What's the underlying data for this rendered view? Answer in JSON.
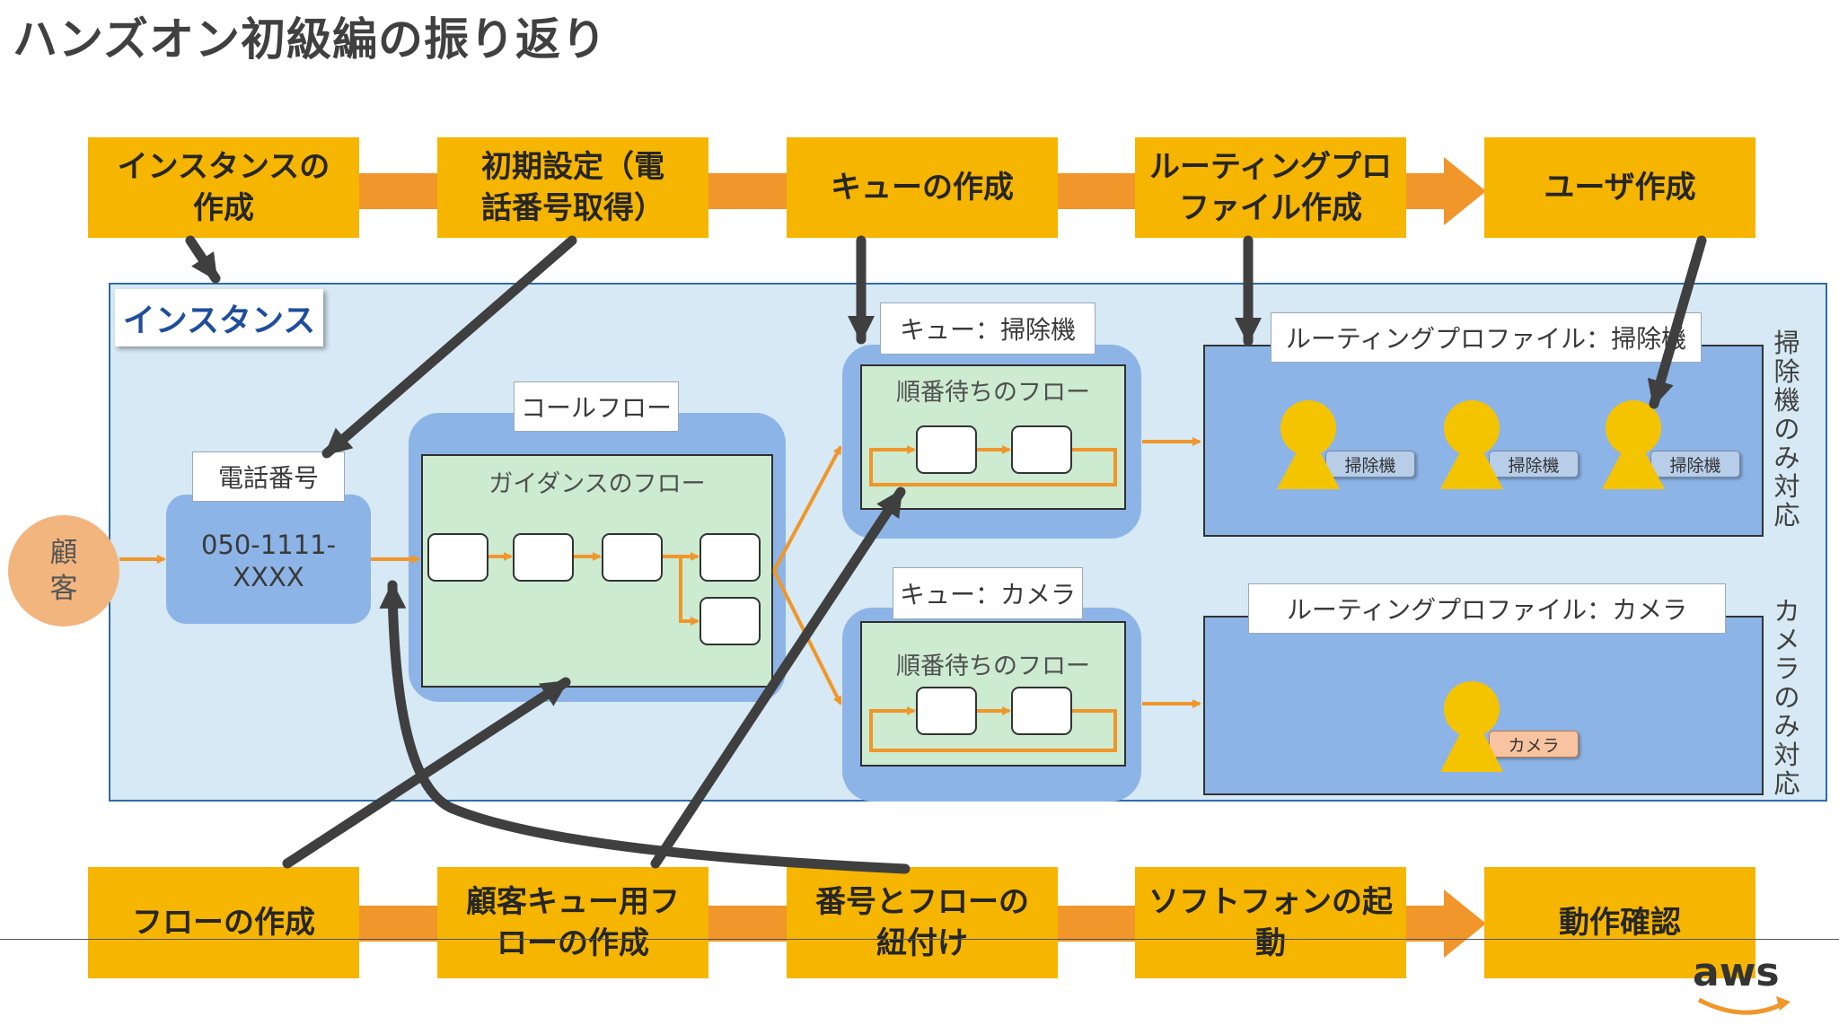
{
  "title": "ハンズオン初級編の振り返り",
  "top_steps": [
    {
      "line1": "インスタンスの",
      "line2": "作成"
    },
    {
      "line1": "初期設定（電",
      "line2": "話番号取得）"
    },
    {
      "line1": "キューの作成",
      "line2": ""
    },
    {
      "line1": "ルーティングプロ",
      "line2": "ファイル作成"
    },
    {
      "line1": "ユーザ作成",
      "line2": ""
    }
  ],
  "bottom_steps": [
    {
      "line1": "フローの作成",
      "line2": ""
    },
    {
      "line1": "顧客キュー用フ",
      "line2": "ローの作成"
    },
    {
      "line1": "番号とフローの",
      "line2": "紐付け"
    },
    {
      "line1": "ソフトフォンの起",
      "line2": "動"
    },
    {
      "line1": "動作確認",
      "line2": ""
    }
  ],
  "instance": {
    "label": "インスタンス",
    "customer": {
      "line1": "顧",
      "line2": "客"
    },
    "phone": {
      "label": "電話番号",
      "line1": "050-1111-",
      "line2": "XXXX"
    },
    "call_flow": {
      "label": "コールフロー",
      "inner": "ガイダンスのフロー"
    },
    "queue_cleaner": {
      "label": "キュー：掃除機",
      "inner": "順番待ちのフロー"
    },
    "queue_camera": {
      "label": "キュー：カメラ",
      "inner": "順番待ちのフロー"
    },
    "profile_cleaner": {
      "label": "ルーティングプロファイル：掃除機",
      "agent_tag": "掃除機",
      "side_note": "掃除機のみ対応"
    },
    "profile_camera": {
      "label": "ルーティングプロファイル：カメラ",
      "agent_tag": "カメラ",
      "side_note": "カメラのみ対応"
    }
  },
  "logo": "aws",
  "colors": {
    "step": "#f5b500",
    "connector": "#f0962a",
    "arrow": "#3f3f3f",
    "instance_bg": "#d6e9f4",
    "box_blue": "#8db4e6",
    "box_green": "#ccebd0",
    "agent": "#f5c400"
  }
}
